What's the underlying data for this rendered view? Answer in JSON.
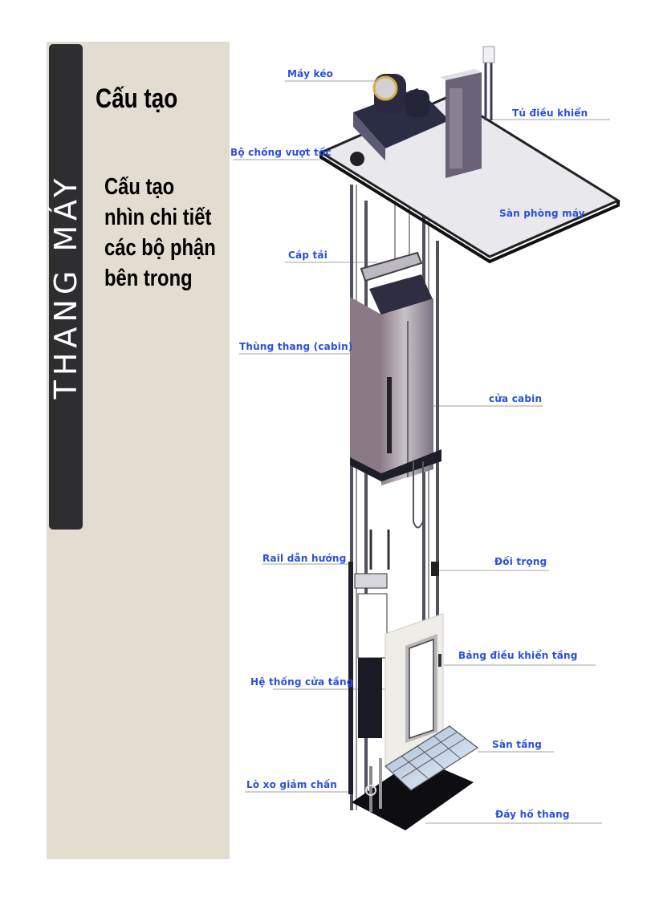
{
  "sidebar": {
    "vertical_title": "THANG MÁY",
    "heading": "Cấu tạo",
    "description_lines": [
      "Cấu tạo",
      "nhìn chi tiết",
      "các bộ phận",
      "bên trong"
    ],
    "bar_color": "#2e2d30",
    "panel_color": "#e3ddd1"
  },
  "diagram": {
    "label_color": "#2a4fe0",
    "labels": {
      "may_keo": "Máy kéo",
      "tu_dieu_khien": "Tủ điều khiển",
      "bo_chong_vuot_toc": "Bộ chống vượt tốc",
      "san_phong_may": "Sàn phòng máy",
      "cap_tai": "Cáp tải",
      "thung_thang": "Thùng thang (cabin)",
      "cua_cabin": "cửa cabin",
      "rail_dan_huong": "Rail dẫn hướng",
      "doi_trong": "Đối trọng",
      "bang_dieu_khien_tang": "Bảng điều khiển tầng",
      "he_thong_cua_tang": "Hệ thống cửa tầng",
      "san_tang": "Sàn tầng",
      "lo_xo_giam_chan": "Lò xo giảm chấn",
      "day_ho_thang": "Đáy hố thang"
    }
  }
}
